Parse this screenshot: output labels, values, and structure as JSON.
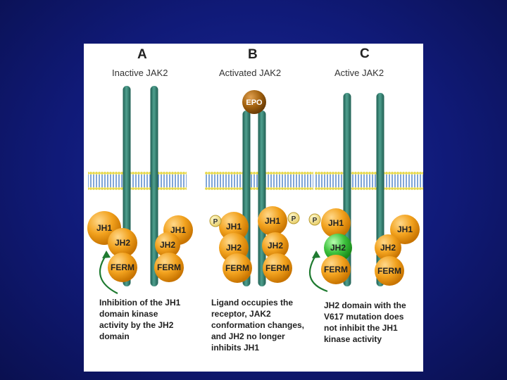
{
  "panels": [
    {
      "letter": "A",
      "title": "Inactive JAK2",
      "caption": "Inhibition of the JH1\ndomain kinase\nactivity by the JH2\ndomain"
    },
    {
      "letter": "B",
      "title": "Activated JAK2",
      "ligand": "EPO",
      "caption": "Ligand occupies the\nreceptor, JAK2\nconformation changes,\nand JH2 no longer\ninhibits JH1"
    },
    {
      "letter": "C",
      "title": "Active JAK2",
      "caption": "JH2 domain with the\nV617 mutation does\nnot inhibit the JH1\nkinase activity"
    }
  ],
  "domains": {
    "jh1": "JH1",
    "jh2": "JH2",
    "ferm": "FERM",
    "phospho": "P"
  },
  "colors": {
    "background": "#101a78",
    "receptor": "#2e7d6e",
    "domain": "#f2a21e",
    "mutant_domain": "#3ec23e",
    "ligand": "#a0600e",
    "membrane_heads": "#e6d84a",
    "membrane_tails": "#4a7fc8"
  }
}
